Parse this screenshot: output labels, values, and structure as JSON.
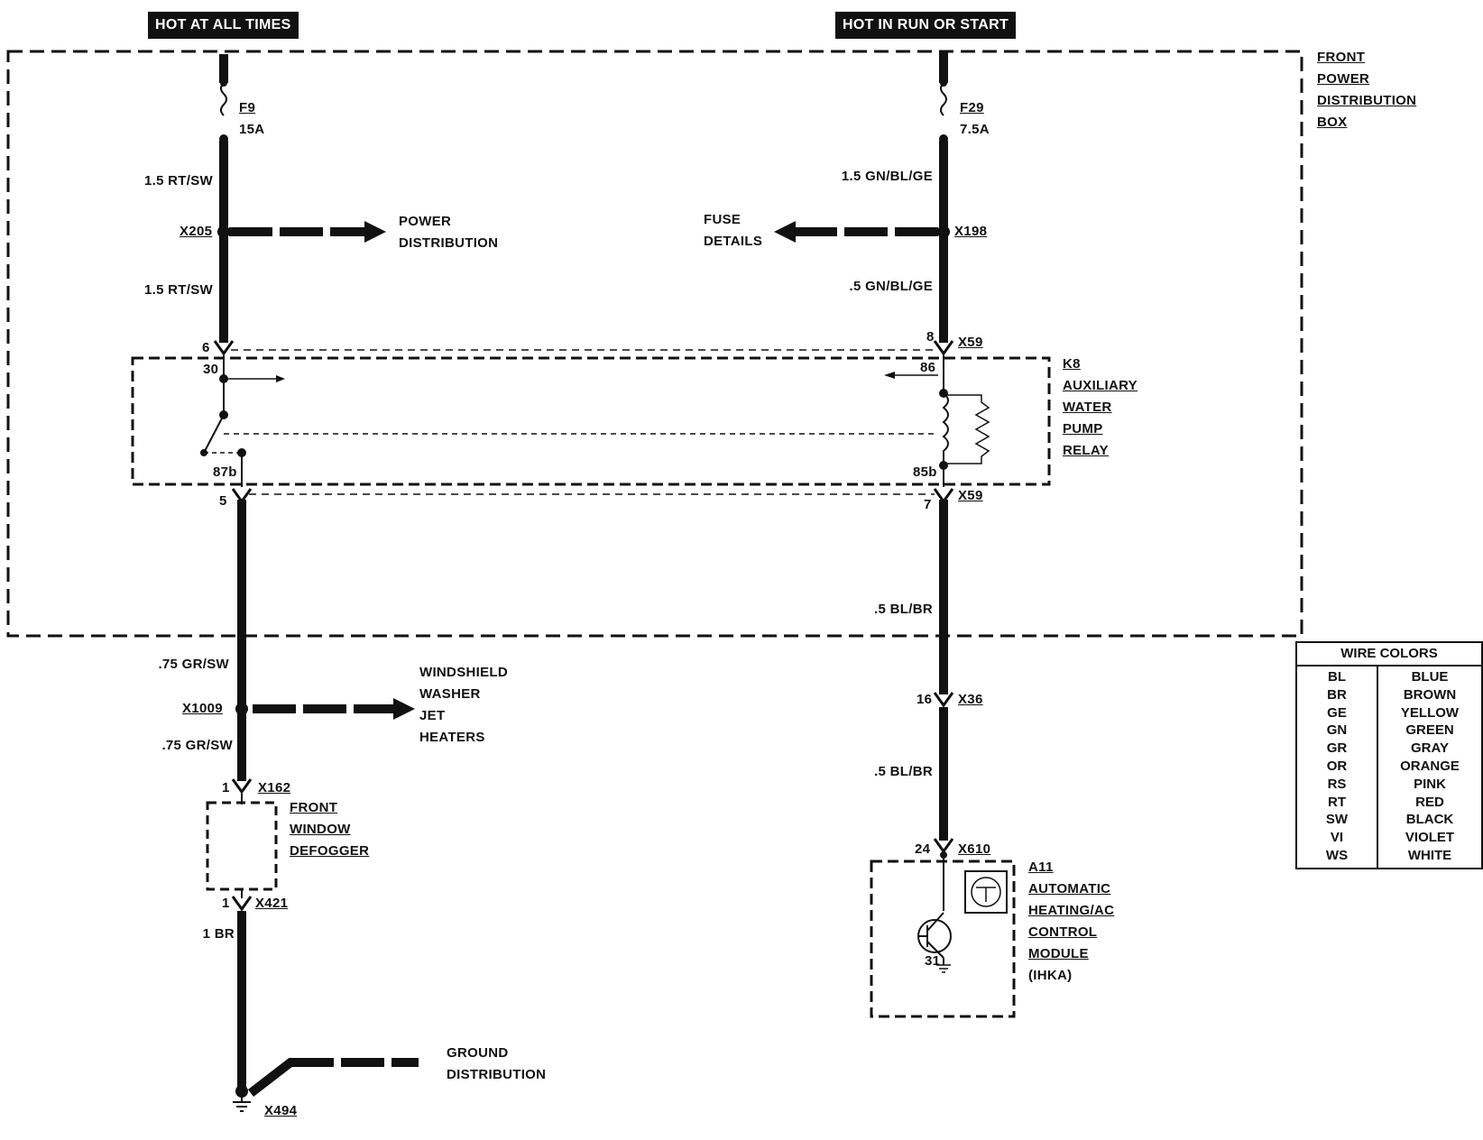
{
  "headers": {
    "hot_always": "HOT AT ALL TIMES",
    "hot_run": "HOT IN RUN OR START"
  },
  "box": {
    "lines": [
      "FRONT",
      "POWER",
      "DISTRIBUTION",
      "BOX"
    ]
  },
  "fuses": {
    "f9": {
      "name": "F9",
      "rating": "15A"
    },
    "f29": {
      "name": "F29",
      "rating": "7.5A"
    }
  },
  "wires": {
    "left_1": "1.5 RT/SW",
    "left_2": "1.5 RT/SW",
    "left_3": ".75 GR/SW",
    "left_4": ".75 GR/SW",
    "left_5": "1 BR",
    "right_1": "1.5 GN/BL/GE",
    "right_2": ".5 GN/BL/GE",
    "right_3": ".5 BL/BR",
    "right_4": ".5 BL/BR"
  },
  "connectors": {
    "x205": "X205",
    "x198": "X198",
    "x59_top": "X59",
    "x59_bot": "X59",
    "x1009": "X1009",
    "x162": "X162",
    "x421": "X421",
    "x494": "X494",
    "x36": "X36",
    "x610": "X610"
  },
  "pins": {
    "p6": "6",
    "p30": "30",
    "p87b": "87b",
    "p5": "5",
    "p8": "8",
    "p86": "86",
    "p85b": "85b",
    "p7": "7",
    "p1_top": "1",
    "p1_bot": "1",
    "p16": "16",
    "p24": "24",
    "p31": "31"
  },
  "destinations": {
    "power_distribution": [
      "POWER",
      "DISTRIBUTION"
    ],
    "fuse_details": [
      "FUSE",
      "DETAILS"
    ],
    "washer": [
      "WINDSHIELD",
      "WASHER",
      "JET",
      "HEATERS"
    ],
    "ground": [
      "GROUND",
      "DISTRIBUTION"
    ]
  },
  "components": {
    "k8": [
      "K8",
      "AUXILIARY",
      "WATER",
      "PUMP",
      "RELAY"
    ],
    "defogger": [
      "FRONT",
      "WINDOW",
      "DEFOGGER"
    ],
    "a11": [
      "A11",
      "AUTOMATIC",
      "HEATING/AC",
      "CONTROL",
      "MODULE",
      "(IHKA)"
    ]
  },
  "legend": {
    "title": "WIRE COLORS",
    "codes": [
      "BL",
      "BR",
      "GE",
      "GN",
      "GR",
      "OR",
      "RS",
      "RT",
      "SW",
      "VI",
      "WS"
    ],
    "colors": [
      "BLUE",
      "BROWN",
      "YELLOW",
      "GREEN",
      "GRAY",
      "ORANGE",
      "PINK",
      "RED",
      "BLACK",
      "VIOLET",
      "WHITE"
    ]
  }
}
